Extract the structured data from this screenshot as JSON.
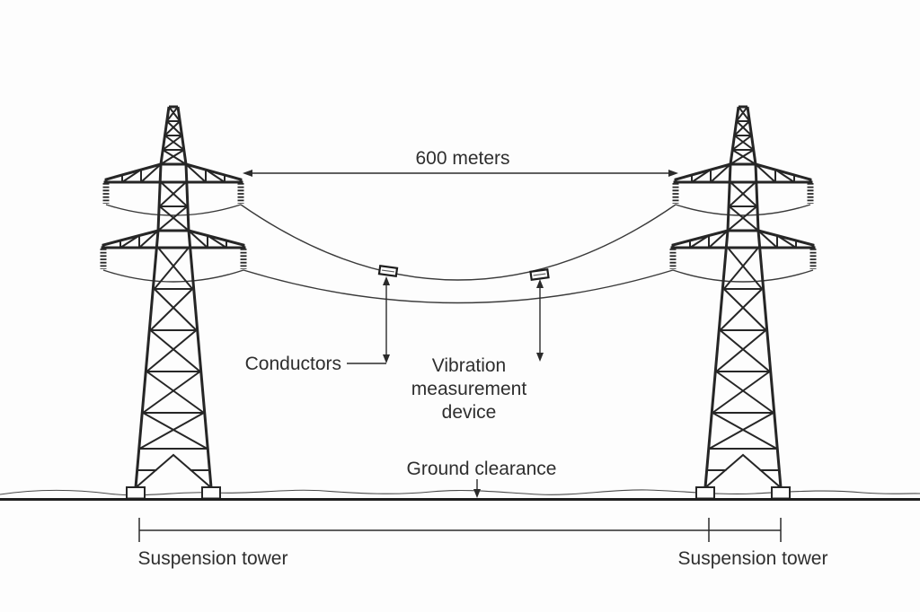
{
  "diagram": {
    "title_context": "Transmission line span diagram",
    "labels": {
      "span": "600 meters",
      "conductors": "Conductors",
      "vibration_line1": "Vibration",
      "vibration_line2": "measurement",
      "vibration_line3": "device",
      "ground_clearance": "Ground clearance",
      "suspension_tower_left": "Suspension tower",
      "suspension_tower_right": "Suspension tower"
    },
    "values": {
      "span_length_meters": 600
    },
    "colors": {
      "background": "#fdfdfd",
      "line": "#262626",
      "text": "#2e2e2e"
    }
  }
}
